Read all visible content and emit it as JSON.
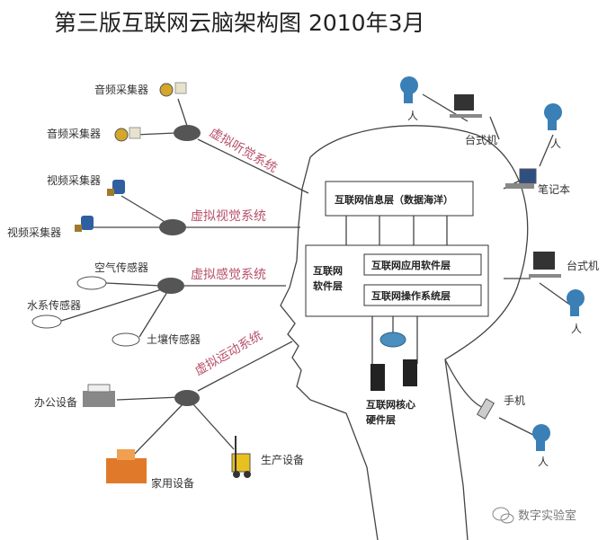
{
  "title": "第三版互联网云脑架构图  2010年3月",
  "systems": {
    "hearing": "虚拟听觉系统",
    "vision": "虚拟视觉系统",
    "sensing": "虚拟感觉系统",
    "motion": "虚拟运动系统"
  },
  "devices": {
    "audio1": "音频采集器",
    "audio2": "音频采集器",
    "video1": "视频采集器",
    "video2": "视频采集器",
    "air": "空气传感器",
    "water": "水系传感器",
    "soil": "土壤传感器",
    "office": "办公设备",
    "home": "家用设备",
    "production": "生产设备"
  },
  "brain": {
    "info_layer": "互联网信息层（数据海洋）",
    "software_layer_1": "互联网",
    "software_layer_2": "软件层",
    "app_layer": "互联网应用软件层",
    "os_layer": "互联网操作系统层",
    "core_1": "互联网核心",
    "core_2": "硬件层"
  },
  "users": {
    "desktop1": "台式机",
    "laptop": "笔记本",
    "desktop2": "台式机",
    "phone": "手机",
    "person": "人"
  },
  "watermark": "数字实验室",
  "colors": {
    "system_label": "#b8506a",
    "hub": "#555555",
    "person": "#3a7fb5"
  }
}
